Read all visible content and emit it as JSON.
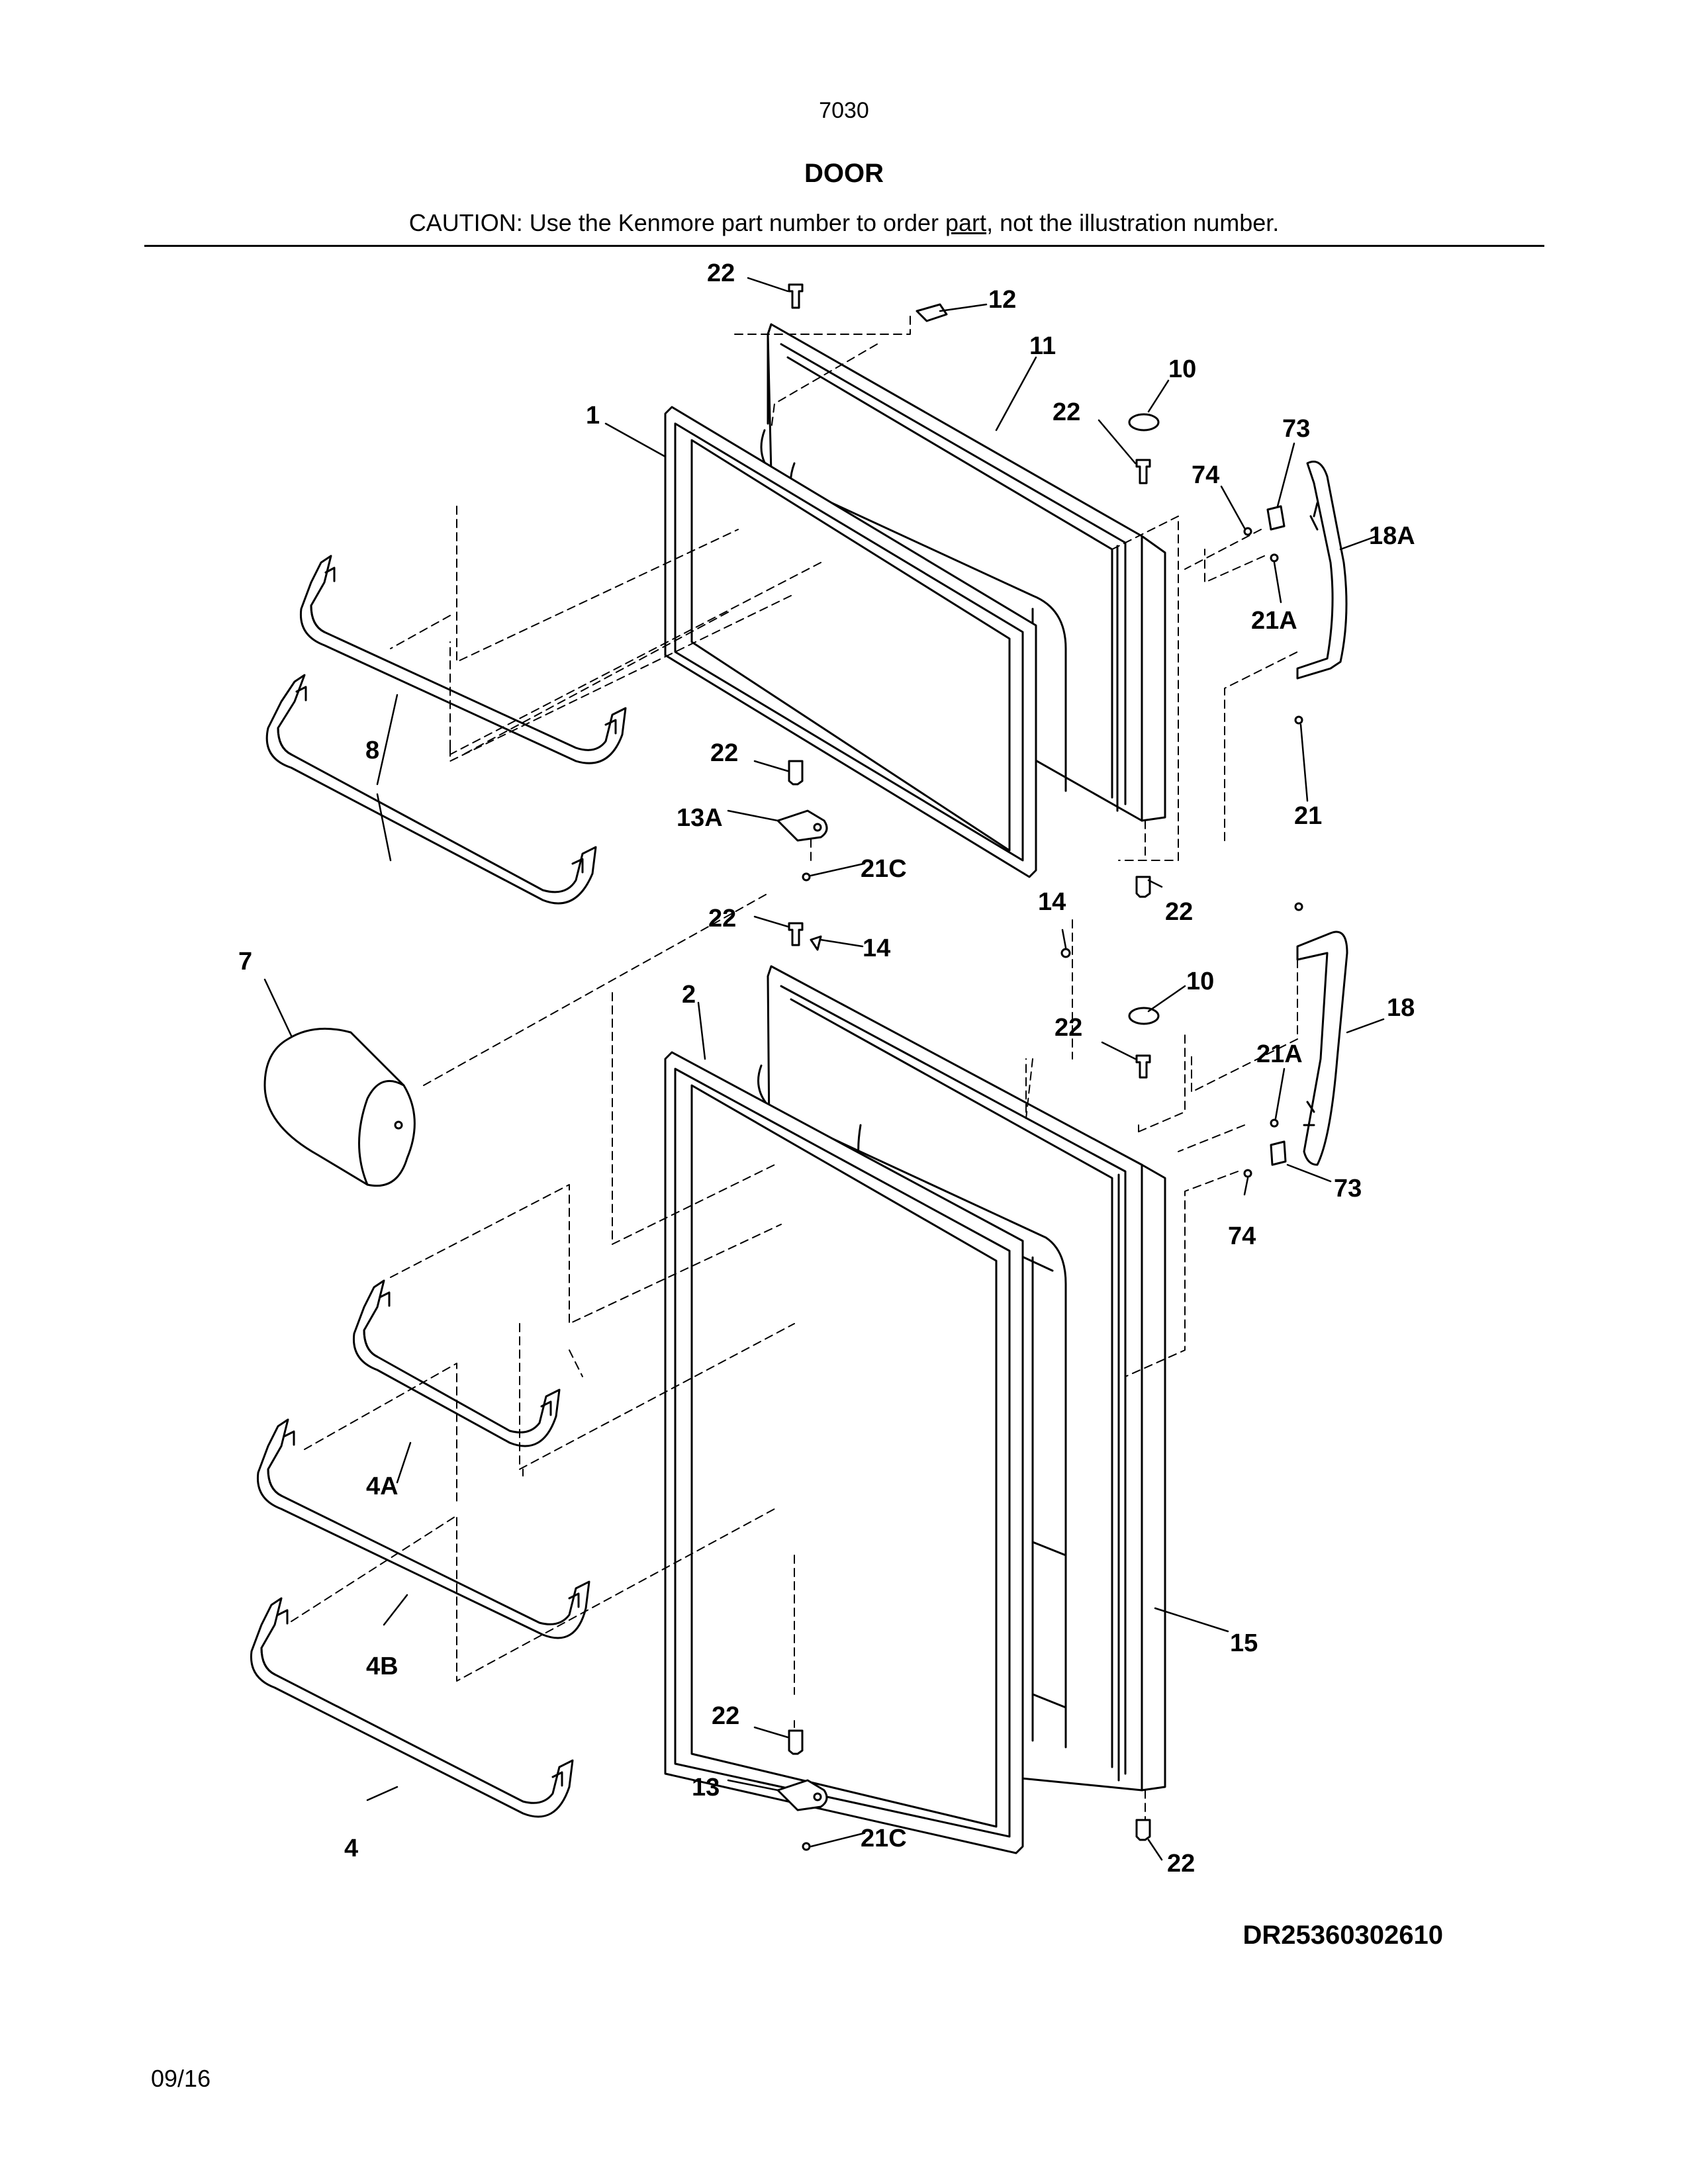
{
  "header": {
    "page_number": "7030",
    "section_title": "DOOR",
    "caution_prefix": "CAUTION: Use the Kenmore part number to order ",
    "caution_link": "part",
    "caution_suffix": ", not the illustration number."
  },
  "footer": {
    "drawing_id": "DR25360302610",
    "date": "09/16"
  },
  "callouts": {
    "c1": "1",
    "c2": "2",
    "c4": "4",
    "c4a": "4A",
    "c4b": "4B",
    "c7": "7",
    "c8": "8",
    "c10a": "10",
    "c10b": "10",
    "c11": "11",
    "c12": "12",
    "c13": "13",
    "c13a": "13A",
    "c14a": "14",
    "c14b": "14",
    "c15": "15",
    "c18": "18",
    "c18a": "18A",
    "c21": "21",
    "c21a1": "21A",
    "c21a2": "21A",
    "c21c1": "21C",
    "c21c2": "21C",
    "c22a": "22",
    "c22b": "22",
    "c22c": "22",
    "c22d": "22",
    "c22e": "22",
    "c22f": "22",
    "c22g": "22",
    "c22h": "22",
    "c73a": "73",
    "c73b": "73",
    "c74a": "74",
    "c74b": "74"
  }
}
